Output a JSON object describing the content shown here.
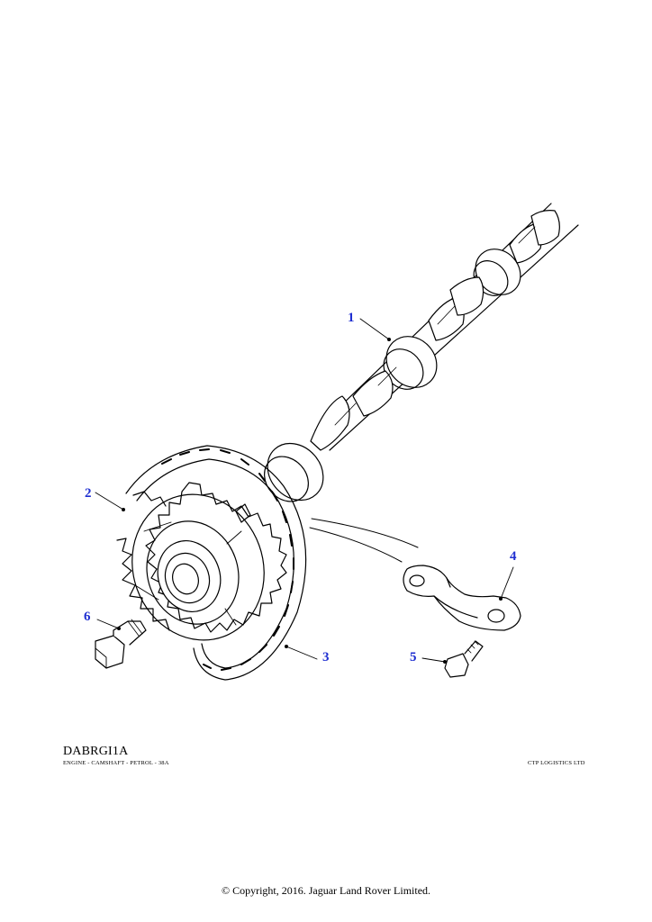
{
  "callouts": [
    {
      "id": "1",
      "part": "camshaft"
    },
    {
      "id": "2",
      "part": "sprocket"
    },
    {
      "id": "3",
      "part": "timing-chain"
    },
    {
      "id": "4",
      "part": "bracket"
    },
    {
      "id": "5",
      "part": "bolt-bracket"
    },
    {
      "id": "6",
      "part": "bolt-sprocket"
    }
  ],
  "footer": {
    "diagram_code": "DABRGI1A",
    "description": "ENGINE - CAMSHAFT - PETROL - 38A",
    "vendor": "CTP LOGISTICS LTD",
    "copyright": "© Copyright, 2016. Jaguar Land Rover Limited."
  },
  "colors": {
    "callout": "#1f2fd1",
    "line": "#000000",
    "background": "#ffffff"
  }
}
